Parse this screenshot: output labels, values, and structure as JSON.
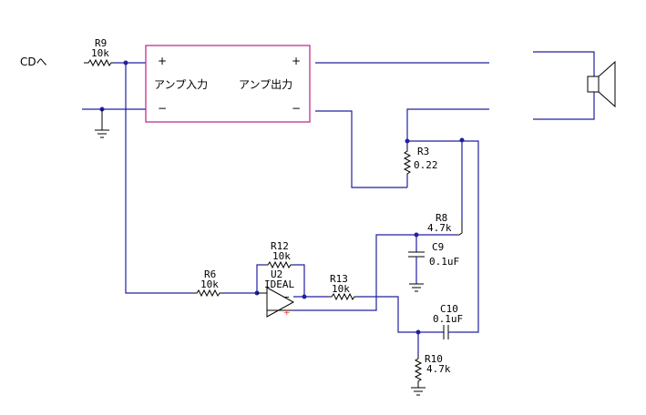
{
  "input_label": "CDへ",
  "amp": {
    "plus_in": "+",
    "minus_in": "−",
    "plus_out": "+",
    "minus_out": "−",
    "input_label": "アンプ入力",
    "output_label": "アンプ出力"
  },
  "components": {
    "r9": {
      "ref": "R9",
      "value": "10k"
    },
    "r3": {
      "ref": "R3",
      "value": "0.22"
    },
    "r8": {
      "ref": "R8",
      "value": "4.7k"
    },
    "c9": {
      "ref": "C9",
      "value": "0.1uF"
    },
    "r12": {
      "ref": "R12",
      "value": "10k"
    },
    "u2": {
      "ref": "U2",
      "value": "IDEAL"
    },
    "r6": {
      "ref": "R6",
      "value": "10k"
    },
    "r13": {
      "ref": "R13",
      "value": "10k"
    },
    "c10": {
      "ref": "C10",
      "value": "0.1uF"
    },
    "r10": {
      "ref": "R10",
      "value": "4.7k"
    }
  },
  "opamp": {
    "minus": "−",
    "plus": "+"
  },
  "colors": {
    "wire": "#2020a0",
    "amp_box": "#c0308a",
    "component": "#000000",
    "plus_mark": "#e03030"
  }
}
